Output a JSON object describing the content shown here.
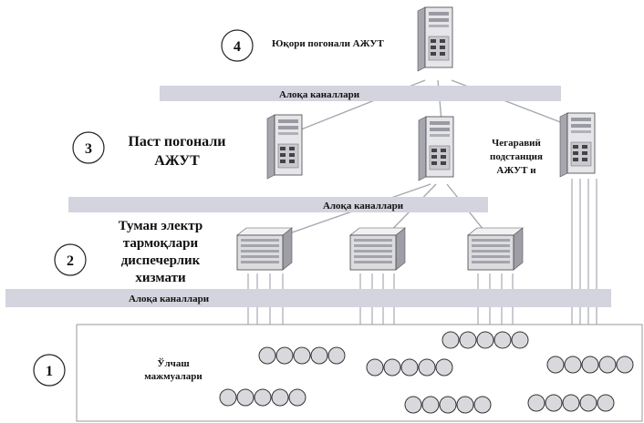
{
  "levels": [
    {
      "number": "4",
      "label": "Юқори погонали АЖУТ"
    },
    {
      "number": "3",
      "label_lines": [
        "Паст погонали",
        "АЖУТ"
      ]
    },
    {
      "number": "2",
      "label_lines": [
        "Туман электр",
        "тармоқлари",
        "диспечерлик",
        "хизмати"
      ]
    },
    {
      "number": "1",
      "label_lines": [
        "Ўлчаш",
        "мажмуалари"
      ]
    }
  ],
  "channels": {
    "top": "Алоқа каналлари",
    "middle": "Алоқа каналлари",
    "bottom": "Алоқа каналлари"
  },
  "border_substation": {
    "label_lines": [
      "Чегаравий",
      "подстанция",
      "АЖУТ и"
    ]
  },
  "icons": {
    "tower_server": "tower-server-icon",
    "desktop_unit": "desktop-unit-icon",
    "meter": "meter-circle-icon"
  },
  "colors": {
    "band": "#d4d4df",
    "line": "#a8a8b4",
    "device": "#e4e4e8"
  }
}
